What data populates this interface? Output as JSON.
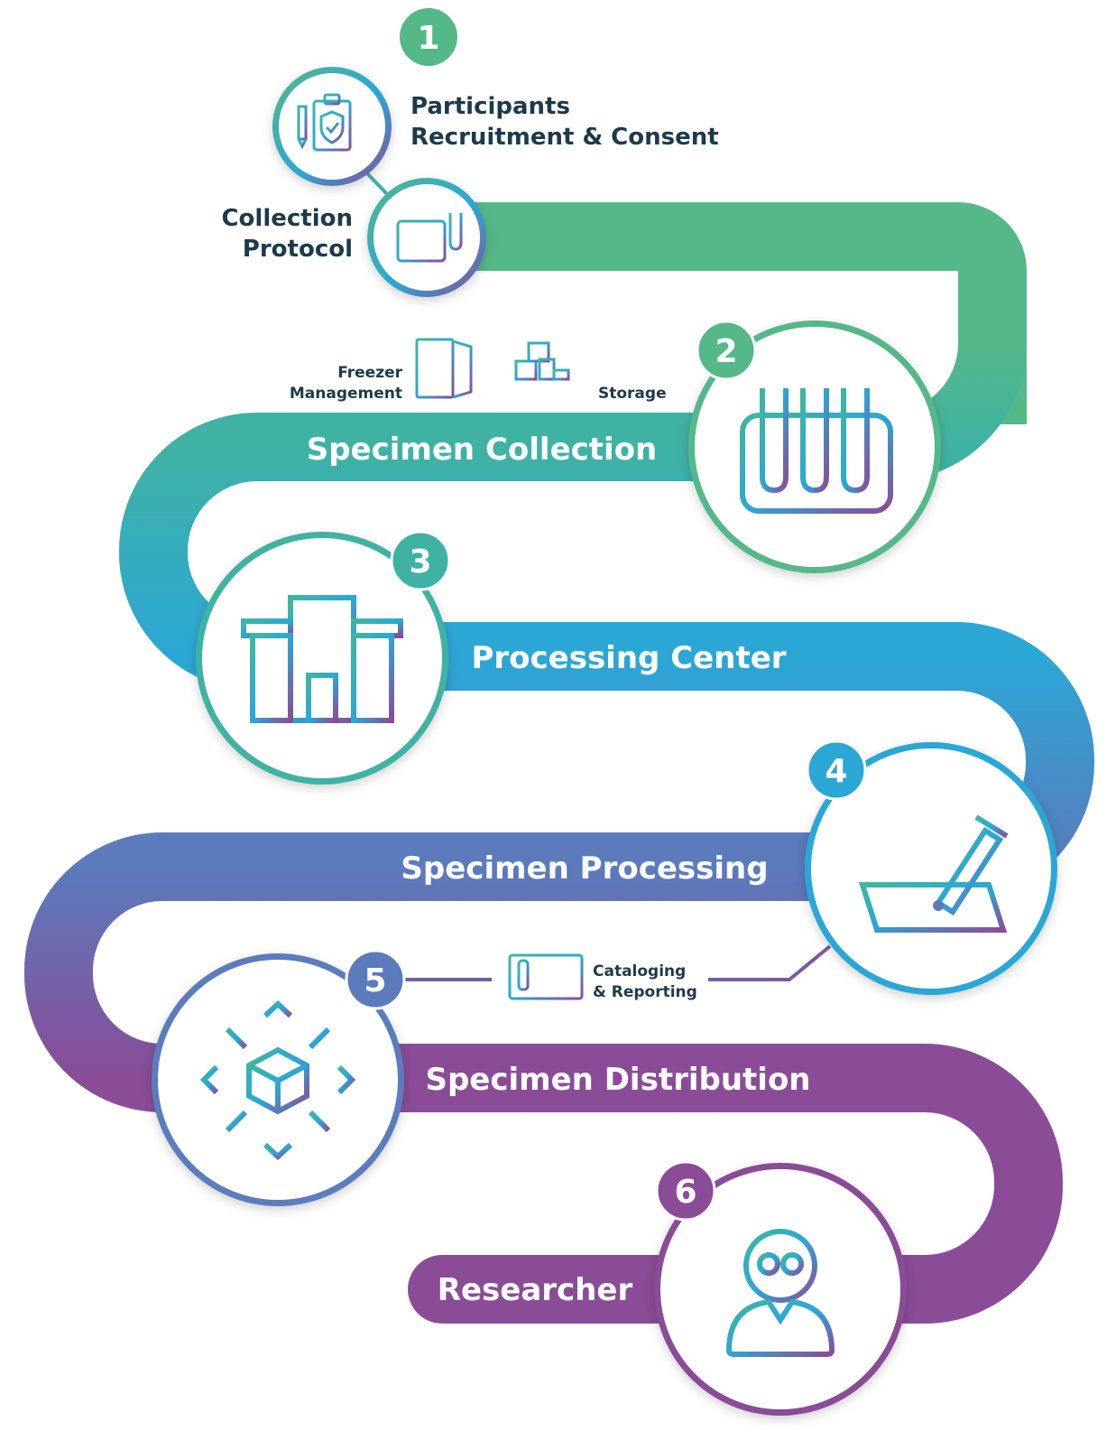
{
  "steps": [
    {
      "number": "1",
      "label_line1": "Participants",
      "label_line2": "Recruitment & Consent"
    },
    {
      "number": "2",
      "label": "Specimen Collection"
    },
    {
      "number": "3",
      "label": "Processing Center"
    },
    {
      "number": "4",
      "label": "Specimen Processing"
    },
    {
      "number": "5",
      "label": "Specimen Distribution"
    },
    {
      "number": "6",
      "label": "Researcher"
    }
  ],
  "side_labels": {
    "collection_protocol_line1": "Collection",
    "collection_protocol_line2": "Protocol",
    "freezer_line1": "Freezer",
    "freezer_line2": "Management",
    "storage": "Storage",
    "cataloging_line1": "Cataloging",
    "cataloging_line2": "& Reporting"
  },
  "icons": {
    "step1": "clipboard-shield-icon",
    "collection_protocol": "calendar-test-tube-icon",
    "freezer": "freezer-icon",
    "storage": "storage-boxes-icon",
    "step2": "test-tubes-rack-icon",
    "step3": "hospital-building-icon",
    "step4": "chart-pen-icon",
    "cataloging": "monitor-icon",
    "step5": "distribution-cube-icon",
    "step6": "researcher-person-icon"
  },
  "colors": {
    "green": "#55b888",
    "teal": "#3fb2a4",
    "blue": "#2ba7d6",
    "indigo": "#5b7bbd",
    "purple": "#8a4c97",
    "title_dark": "#1e3a4a",
    "white": "#ffffff"
  }
}
